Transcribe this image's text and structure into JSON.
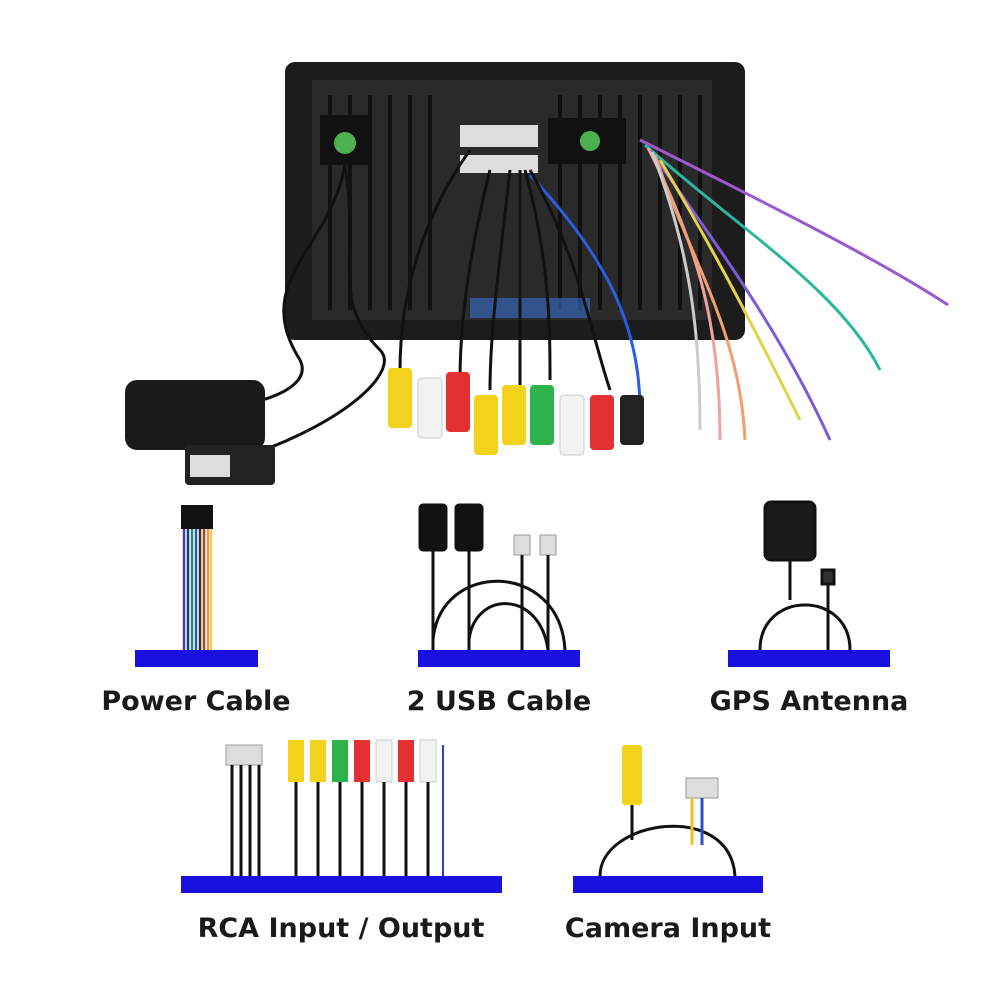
{
  "accent_color": "#1a10e0",
  "items": [
    {
      "label": "Power Cable"
    },
    {
      "label": "2 USB Cable"
    },
    {
      "label": "GPS Antenna"
    },
    {
      "label": "RCA Input / Output"
    },
    {
      "label": "Camera Input"
    }
  ]
}
